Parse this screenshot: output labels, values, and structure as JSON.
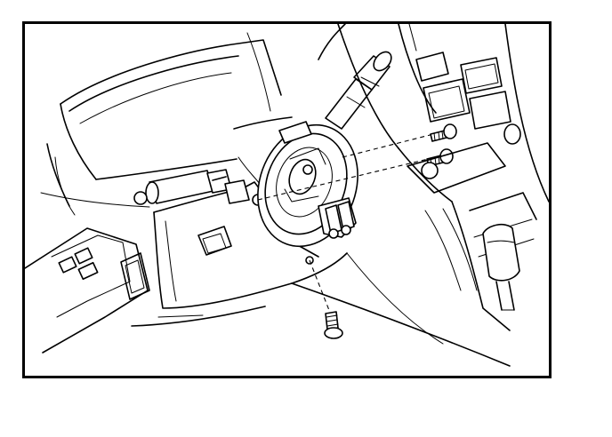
{
  "figure": {
    "background": "#ffffff",
    "line_color": "#000000",
    "components": [
      "instrument-panel",
      "steering-column-cover",
      "spiral-cable",
      "combination-switch-lever",
      "wiper-switch-lever",
      "cover-screw",
      "mounting-screws",
      "center-cluster",
      "shift-lever"
    ]
  }
}
